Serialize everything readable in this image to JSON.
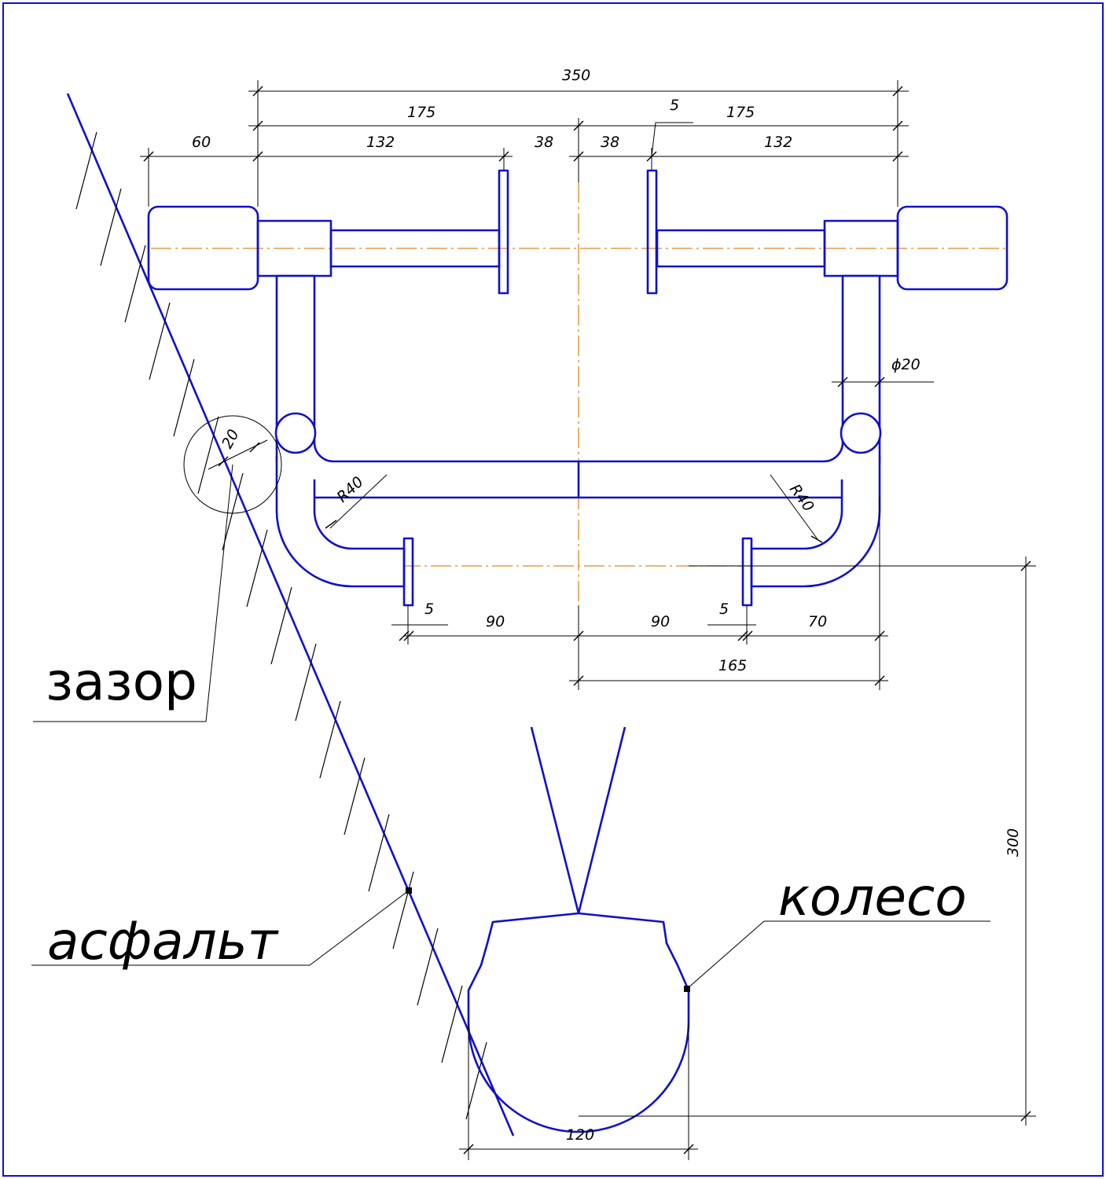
{
  "colors": {
    "part": "#1010cc",
    "centerline": "#e08a1e",
    "dimension": "#000000"
  },
  "labels": {
    "gap": "зазор",
    "asphalt": "асфальт",
    "wheel": "колесо"
  },
  "dims": {
    "d350": "350",
    "d175_left": "175",
    "d175_right": "175",
    "d5_top": "5",
    "d60": "60",
    "d132_left": "132",
    "d38_left": "38",
    "d38_right": "38",
    "d132_right": "132",
    "d_phi20": "ϕ20",
    "d20_gap": "20",
    "d_r40_left": "R40",
    "d_r40_right": "R40",
    "d5_bottom_left": "5",
    "d90_left": "90",
    "d90_right": "90",
    "d5_bottom_right": "5",
    "d70": "70",
    "d165": "165",
    "d300": "300",
    "d120": "120"
  }
}
